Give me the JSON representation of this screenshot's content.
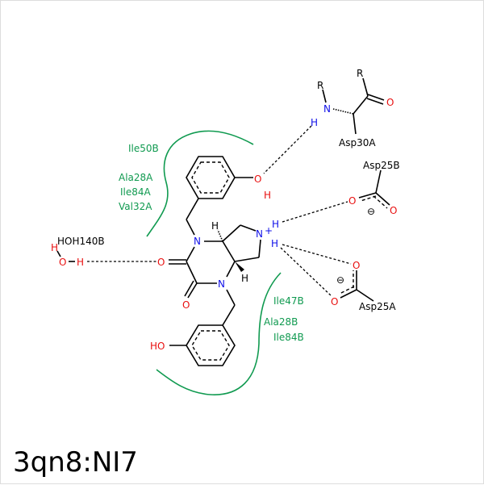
{
  "title": "3qn8:NI7",
  "colors": {
    "nitrogen": "#1010e8",
    "oxygen": "#e81010",
    "hydrophobic": "#109a50",
    "carbon": "#000000"
  },
  "atoms": {
    "N": "N",
    "O": "O",
    "H": "H",
    "HO": "HO",
    "R": "R",
    "plus": "+",
    "minus": "⊖"
  },
  "residues": {
    "asp30a": "Asp30A",
    "asp25b": "Asp25B",
    "asp25a": "Asp25A",
    "water": "HOH140B"
  },
  "hydrophobic": [
    "Ile50B",
    "Ala28A",
    "Ile84A",
    "Val32A",
    "Ile47B",
    "Ala28B",
    "Ile84B"
  ]
}
